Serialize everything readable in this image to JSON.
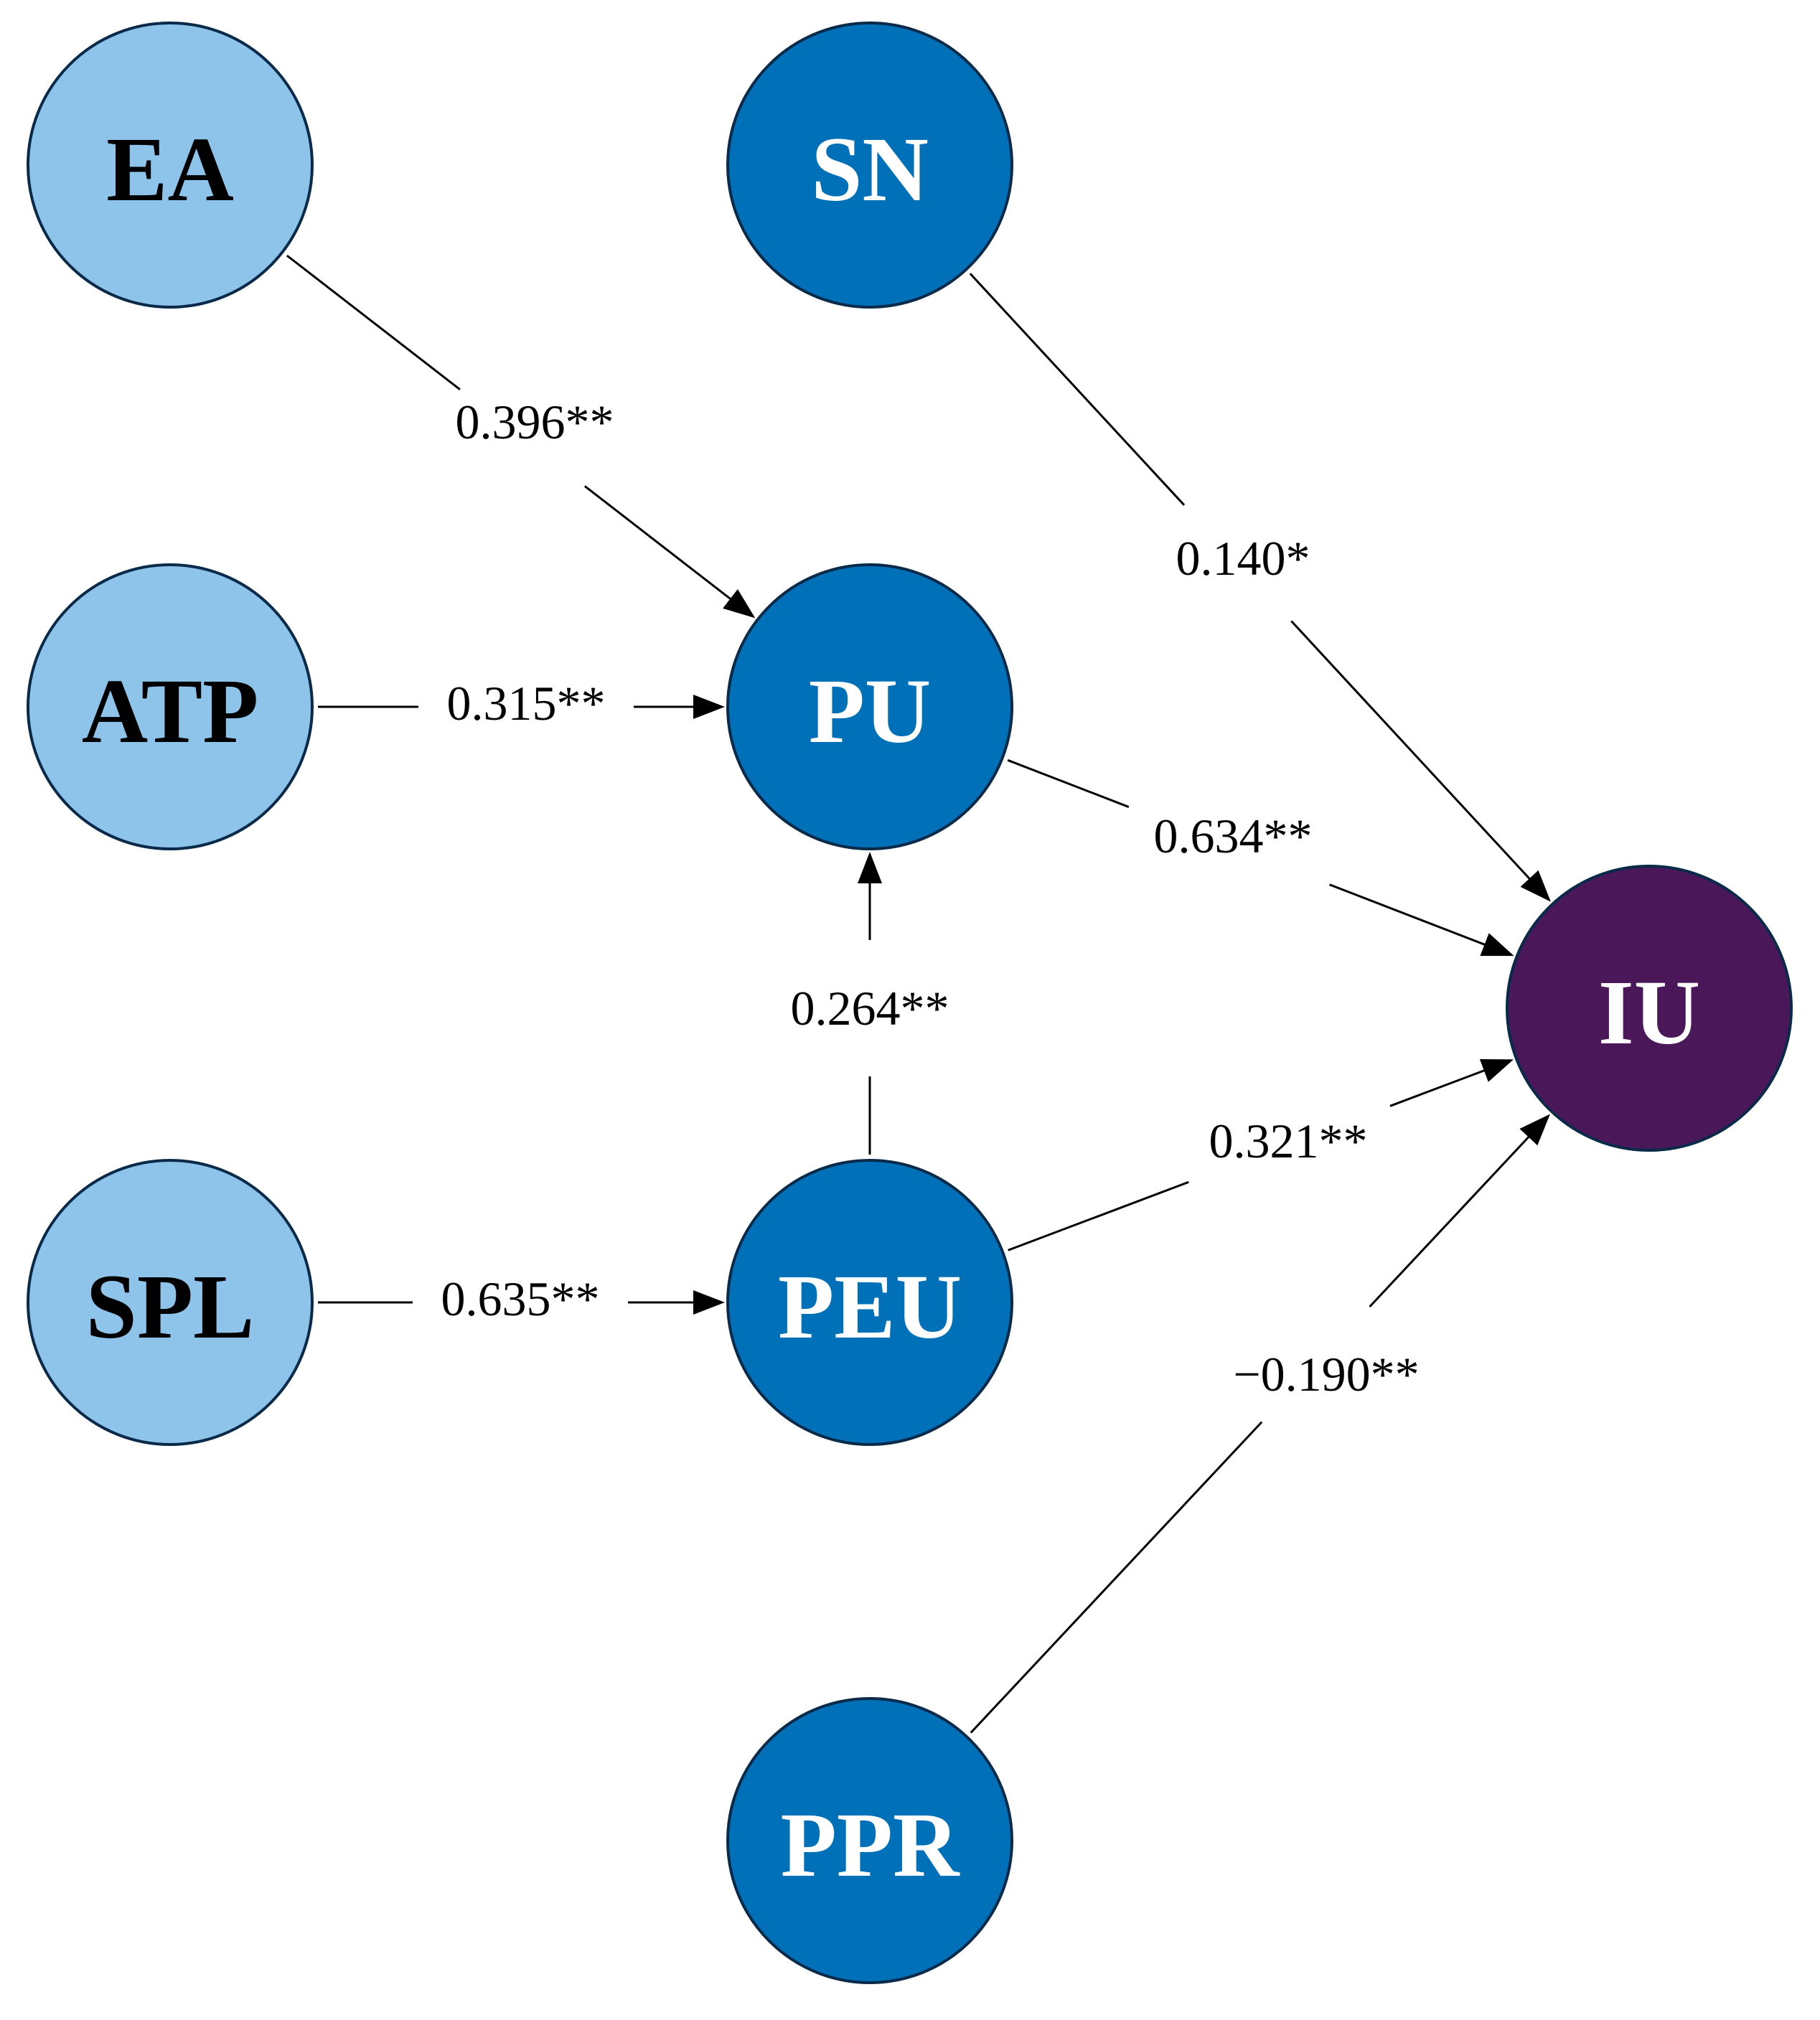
{
  "colors": {
    "light_node": "#8fc4ea",
    "dark_node": "#0070b8",
    "outcome_node": "#4a1758",
    "node_stroke": "#0a2a4a",
    "light_text": "#000000",
    "dark_text": "#ffffff"
  },
  "nodes": [
    {
      "id": "EA",
      "label": "EA",
      "style": "light"
    },
    {
      "id": "ATP",
      "label": "ATP",
      "style": "light"
    },
    {
      "id": "SPL",
      "label": "SPL",
      "style": "light"
    },
    {
      "id": "SN",
      "label": "SN",
      "style": "dark"
    },
    {
      "id": "PU",
      "label": "PU",
      "style": "dark"
    },
    {
      "id": "PEU",
      "label": "PEU",
      "style": "dark"
    },
    {
      "id": "PPR",
      "label": "PPR",
      "style": "dark"
    },
    {
      "id": "IU",
      "label": "IU",
      "style": "outcome"
    }
  ],
  "edges": [
    {
      "from": "EA",
      "to": "PU",
      "label": "0.396**"
    },
    {
      "from": "ATP",
      "to": "PU",
      "label": "0.315**"
    },
    {
      "from": "SPL",
      "to": "PEU",
      "label": "0.635**"
    },
    {
      "from": "PEU",
      "to": "PU",
      "label": "0.264**"
    },
    {
      "from": "SN",
      "to": "IU",
      "label": "0.140*"
    },
    {
      "from": "PU",
      "to": "IU",
      "label": "0.634**"
    },
    {
      "from": "PEU",
      "to": "IU",
      "label": "0.321**"
    },
    {
      "from": "PPR",
      "to": "IU",
      "label": "−0.190**"
    }
  ]
}
